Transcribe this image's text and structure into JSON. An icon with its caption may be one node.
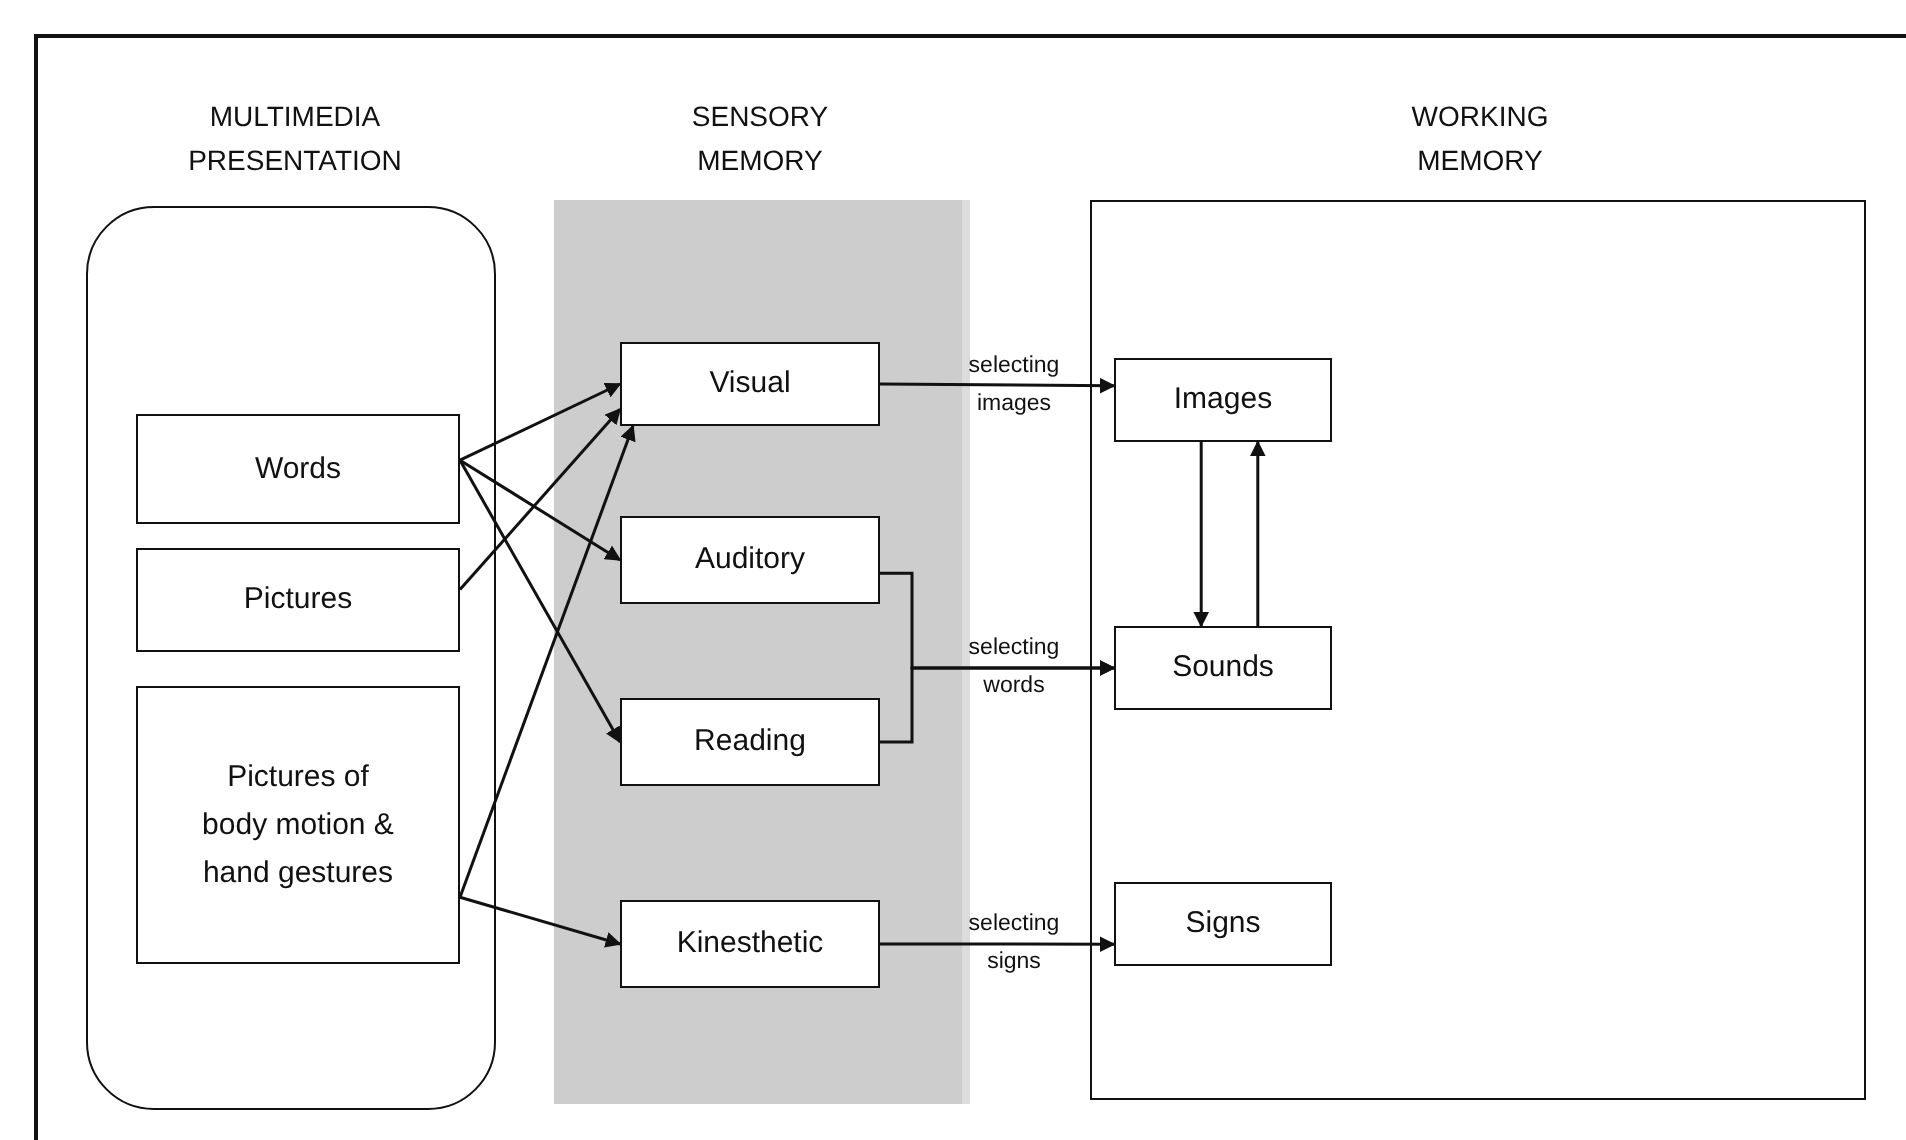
{
  "diagram": {
    "nodes": [
      {
        "text": [
          "MULTIMEDIA PRESENTATION"
        ]
      },
      {
        "text": [
          "Words"
        ],
        "in": 0
      },
      {
        "text": [
          "Pictures"
        ],
        "in": 0
      },
      {
        "text": [
          "Pictures of body motion & hand gestures"
        ],
        "in": 0
      },
      {
        "text": [
          "SENSORY MEMORY"
        ]
      },
      {
        "text": [
          "Visual"
        ],
        "in": 4
      },
      {
        "text": [
          "Auditory"
        ],
        "in": 4
      },
      {
        "text": [
          "Reading"
        ],
        "in": 4
      },
      {
        "text": [
          "Kinesthetic"
        ],
        "in": 4
      },
      {
        "text": [
          "WORKING MEMORY"
        ]
      },
      {
        "text": [
          "Images"
        ],
        "in": 9
      },
      {
        "text": [
          "Sounds"
        ],
        "in": 9
      },
      {
        "text": [
          "Signs"
        ],
        "in": 9
      }
    ],
    "edges": [
      {
        "from": 1,
        "to": 5,
        "arrow": "to"
      },
      {
        "from": 1,
        "to": 6,
        "arrow": "to"
      },
      {
        "from": 1,
        "to": 7,
        "arrow": "to"
      },
      {
        "from": 2,
        "to": 5,
        "arrow": "to"
      },
      {
        "from": 3,
        "to": 5,
        "arrow": "to"
      },
      {
        "from": 3,
        "to": 8,
        "arrow": "to"
      },
      {
        "from": 5,
        "to": 10,
        "arrow": "to",
        "label": "selecting images"
      },
      {
        "from": 6,
        "to": 11,
        "arrow": "to",
        "label": "selecting words"
      },
      {
        "from": 7,
        "to": 11,
        "arrow": "to"
      },
      {
        "from": 8,
        "to": 12,
        "arrow": "to",
        "label": "selecting signs"
      },
      {
        "from": 10,
        "to": 11,
        "arrow": "to"
      },
      {
        "from": 11,
        "to": 10,
        "arrow": "to"
      }
    ]
  }
}
